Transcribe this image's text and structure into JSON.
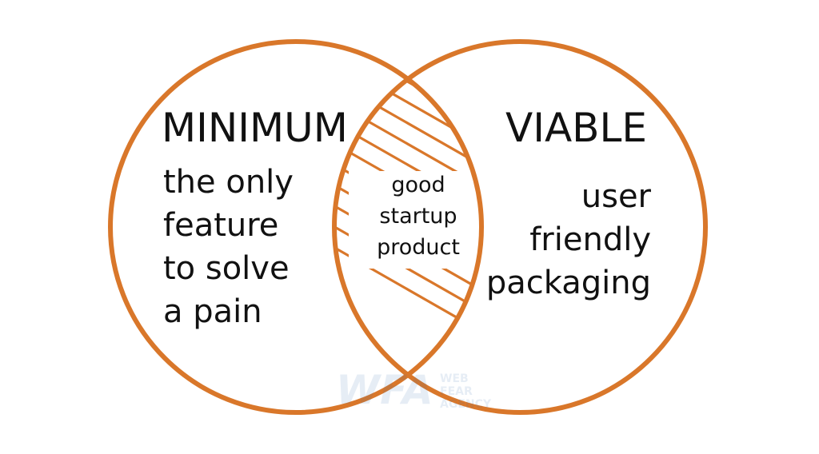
{
  "diagram": {
    "left_set": {
      "heading": "MINIMUM",
      "lines": [
        "the only",
        "feature",
        "to solve",
        "a pain"
      ]
    },
    "right_set": {
      "heading": "VIABLE",
      "lines": [
        "user",
        "friendly",
        "packaging"
      ]
    },
    "intersection": {
      "lines": [
        "good",
        "startup",
        "product"
      ]
    },
    "colors": {
      "circle_stroke": "#d9772a",
      "hatch": "#d9772a",
      "text": "#111111"
    }
  },
  "watermark": {
    "logo_letters": "WFA",
    "small_lines": [
      "WEB",
      "FEAR",
      "AGENCY"
    ]
  }
}
